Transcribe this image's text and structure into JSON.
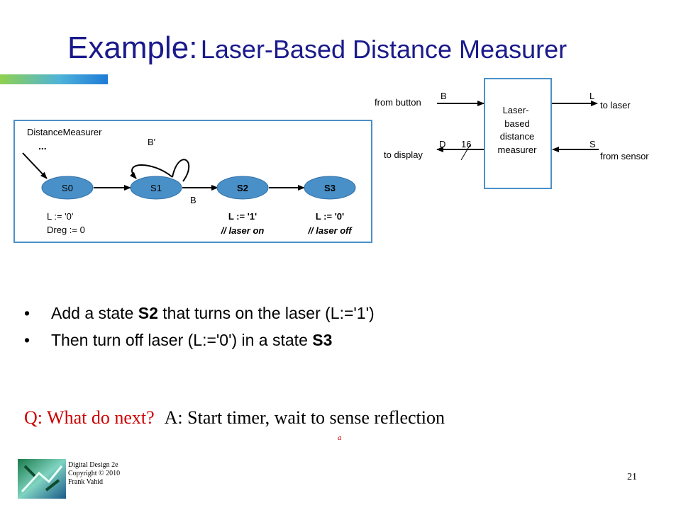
{
  "slide": {
    "title_prefix": "Example:",
    "title_main": "Laser-Based Distance Measurer",
    "page_number": "21",
    "footer": [
      "Digital Design 2e",
      "Copyright © 2010",
      "Frank Vahid"
    ]
  },
  "fsm": {
    "name": "DistanceMeasurer",
    "ellipsis": "...",
    "states": [
      "S0",
      "S1",
      "S2",
      "S3"
    ],
    "transitions": {
      "self_loop": "B'",
      "s1_to_s2": "B"
    },
    "actions": {
      "s0_line1": "L := '0'",
      "s0_line2": "Dreg := 0",
      "s2_line1": "L := '1'",
      "s2_line2": "// laser on",
      "s3_line1": "L := '0'",
      "s3_line2": "// laser off"
    }
  },
  "block": {
    "label_lines": [
      "Laser-",
      "based",
      "distance",
      "measurer"
    ],
    "ports": {
      "b": "B",
      "b_desc": "from button",
      "l": "L",
      "l_desc": "to laser",
      "d": "D",
      "d_width": "16",
      "d_desc": "to display",
      "s": "S",
      "s_desc": "from sensor"
    }
  },
  "bullets": [
    {
      "before": "Add a state ",
      "bold": "S2",
      "after": " that turns on the laser (L:='1')"
    },
    {
      "before": "Then turn off laser (L:='0') in a state ",
      "bold": "S3",
      "after": ""
    }
  ],
  "qa": {
    "question": "Q: What do next?",
    "answer": "A: Start timer, wait to sense reflection"
  },
  "tiny_mark": "a",
  "colors": {
    "title": "#1a1a8c",
    "question": "#cc0000",
    "frame": "#4a90c8",
    "state_fill": "#4a90c8"
  }
}
